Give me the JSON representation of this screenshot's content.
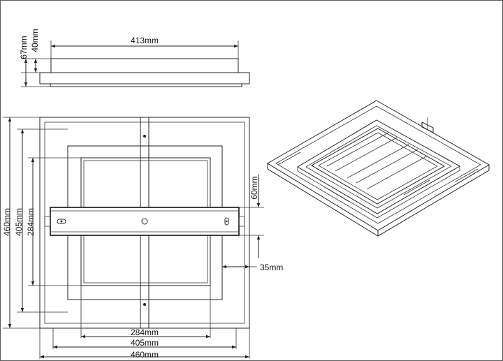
{
  "dimensions": {
    "side_width": "413mm",
    "side_height_total": "67mm",
    "side_height_body": "40mm",
    "bracket_height": "60mm",
    "edge_offset": "35mm",
    "vertical": [
      "460mm",
      "405mm",
      "284mm"
    ],
    "horizontal": [
      "284mm",
      "405mm",
      "460mm"
    ]
  },
  "colors": {
    "line": "#222222",
    "background": "#ffffff"
  }
}
